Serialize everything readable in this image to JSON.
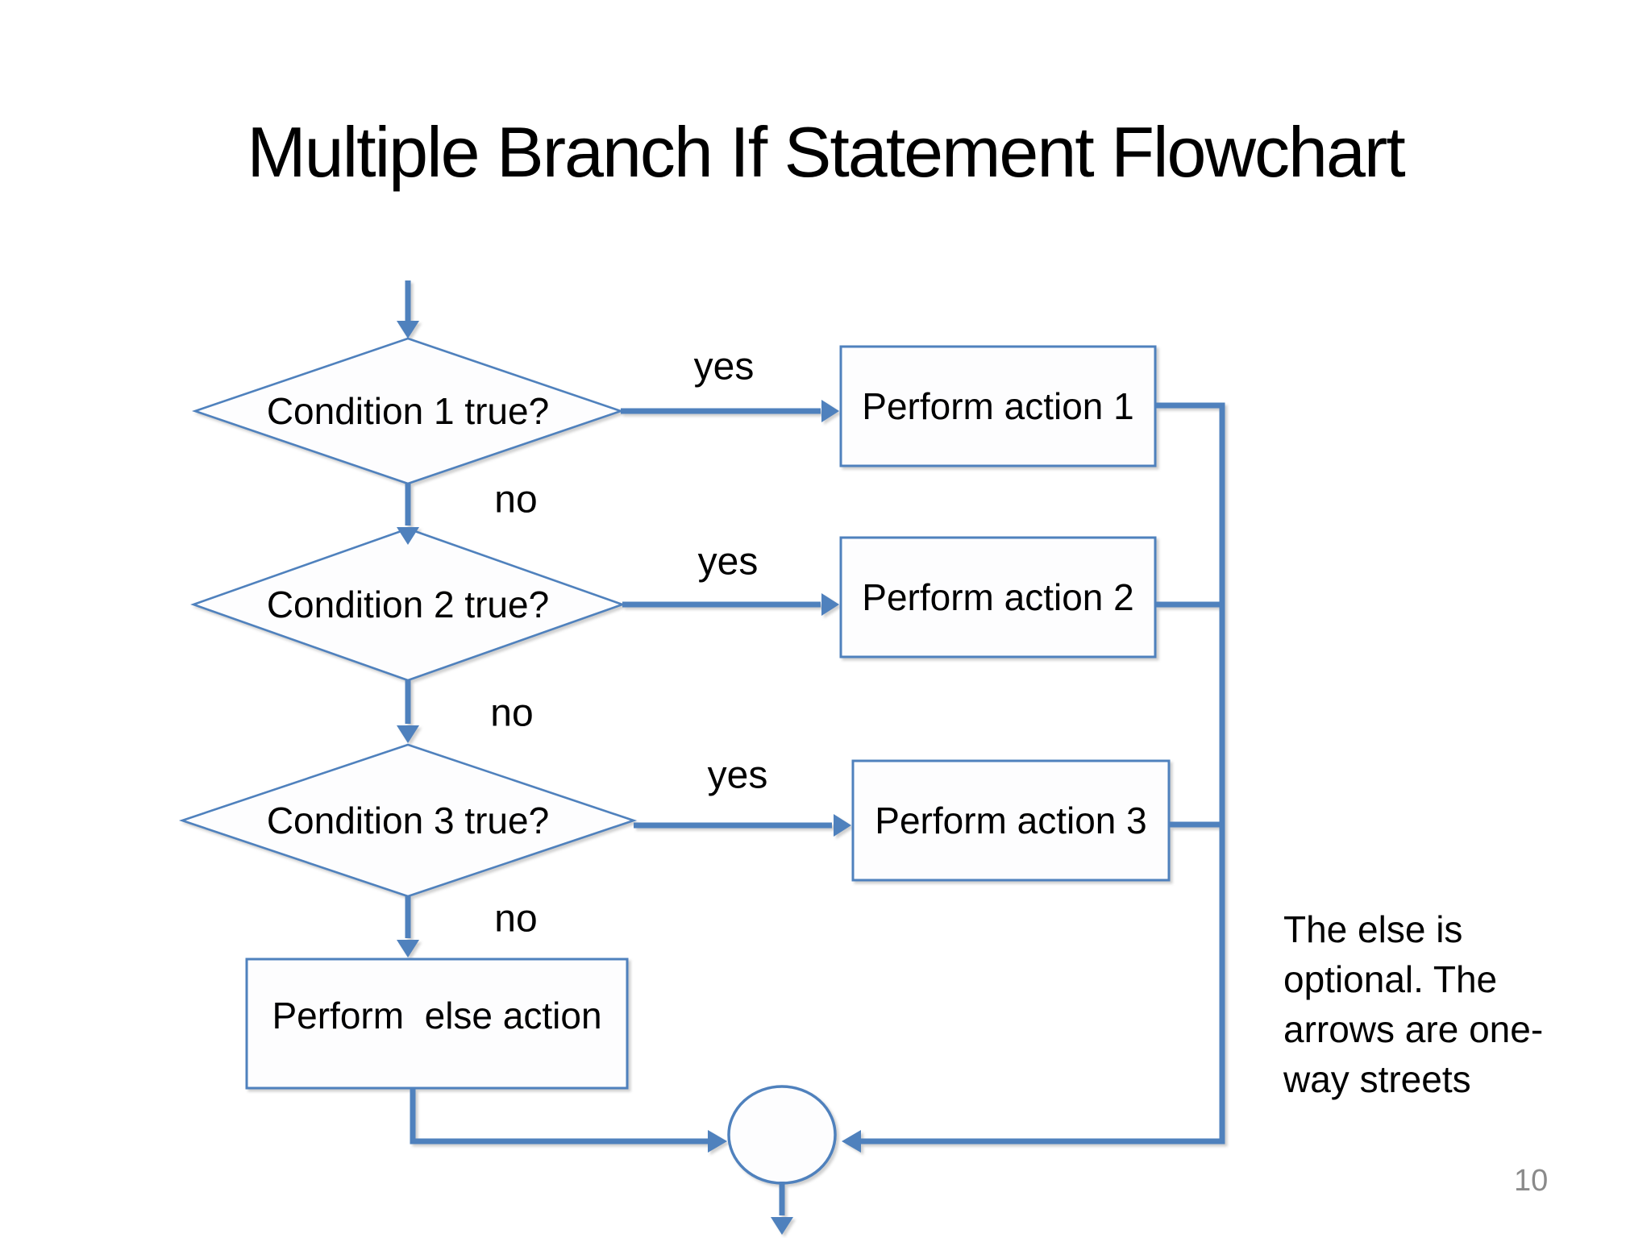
{
  "title": "Multiple Branch If Statement Flowchart",
  "flowchart": {
    "decisions": [
      {
        "label": "Condition 1 true?"
      },
      {
        "label": "Condition 2 true?"
      },
      {
        "label": "Condition 3 true?"
      }
    ],
    "actions": [
      {
        "label": "Perform action 1"
      },
      {
        "label": "Perform action 2"
      },
      {
        "label": "Perform action 3"
      }
    ],
    "else_box": {
      "label": "Perform  else action"
    },
    "branch_yes": [
      "yes",
      "yes",
      "yes"
    ],
    "branch_no": [
      "no",
      "no",
      "no"
    ]
  },
  "side_note": "The else is\noptional. The\narrows are one-\nway streets",
  "page_number": "10",
  "colors": {
    "shape_line": "#4f81bd",
    "text": "#000000",
    "page_number": "#8a8a8a",
    "background": "#ffffff"
  }
}
